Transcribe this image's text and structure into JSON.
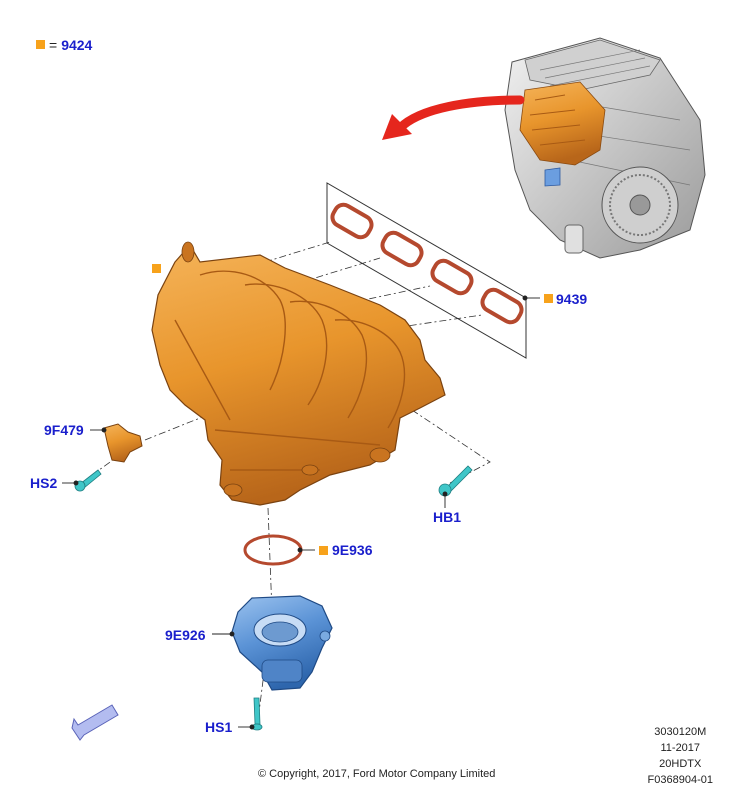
{
  "legend": {
    "marker": "■",
    "equals": "=",
    "part": "9424"
  },
  "callouts": {
    "p9439": "9439",
    "p9F479": "9F479",
    "pHS2": "HS2",
    "pHB1": "HB1",
    "p9E936": "9E936",
    "p9E926": "9E926",
    "pHS1": "HS1"
  },
  "meta": {
    "code1": "3030120M",
    "date": "11-2017",
    "model": "20HDTX",
    "figure": "F0368904-01"
  },
  "copyright": "© Copyright, 2017, Ford Motor Company Limited",
  "colors": {
    "manifold": "#e8952c",
    "manifold_dark": "#b8661a",
    "throttle": "#5b93d6",
    "gasket": "#b5492e",
    "bolt": "#3fc6c8",
    "callout": "#1a1fcc",
    "key_marker": "#f7a21b",
    "arrow": "#e5261d"
  }
}
